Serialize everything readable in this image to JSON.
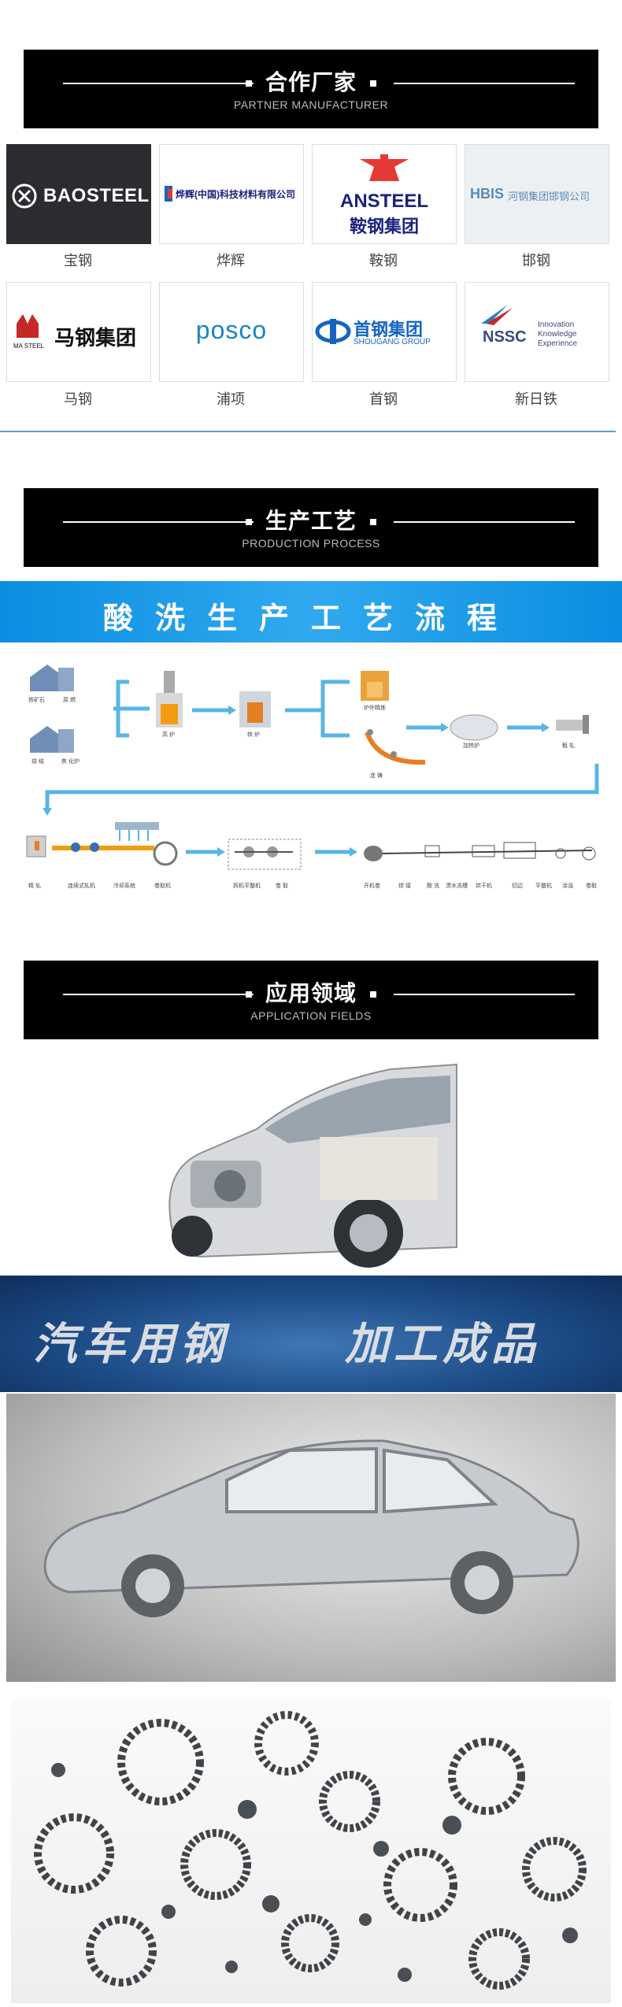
{
  "sections": {
    "partners": {
      "zh": "合作厂家",
      "en": "PARTNER MANUFACTURER"
    },
    "process": {
      "zh": "生产工艺",
      "en": "PRODUCTION PROCESS"
    },
    "application": {
      "zh": "应用领域",
      "en": "APPLICATION FIELDS"
    }
  },
  "partners": [
    {
      "name": "宝钢",
      "logo_text": "BAOSTEEL"
    },
    {
      "name": "烨辉",
      "logo_text": "烨辉(中国)科技材料有限公司"
    },
    {
      "name": "鞍钢",
      "logo_text": "ANSTEEL",
      "logo_sub": "鞍钢集团"
    },
    {
      "name": "邯钢",
      "logo_text": "HBIS",
      "logo_sub": "河钢集团邯钢公司"
    },
    {
      "name": "马钢",
      "logo_text": "马钢集团",
      "logo_sub": "MA STEEL"
    },
    {
      "name": "浦项",
      "logo_text": "posco"
    },
    {
      "name": "首钢",
      "logo_text": "首钢集团",
      "logo_sub": "SHOUGANG GROUP"
    },
    {
      "name": "新日铁",
      "logo_text": "NSSC",
      "logo_sub": "Innovation Knowledge Experience"
    }
  ],
  "process_banner": "酸洗生产工艺流程",
  "process_labels": {
    "ore": "铁矿石",
    "coal": "原 燃",
    "blast": "烧 结",
    "coke": "焦 化炉",
    "furnace": "高 炉",
    "converter": "转 炉",
    "refine": "炉外精炼",
    "caster": "连 铸",
    "heat": "加热炉",
    "rough": "粗 轧",
    "finish": "精 轧",
    "continuous": "连续式轧机",
    "cooling": "冷却系统",
    "coiler": "卷取机",
    "level": "拆机平整机",
    "stack": "卷 取",
    "uncoil": "开机卷",
    "weld": "焊 接",
    "pickle": "酸 洗",
    "acid": "漂水洗槽",
    "dry": "烘干机",
    "edge": "切边",
    "flat": "平整机",
    "oil": "涂油",
    "reel": "卷取"
  },
  "steel_banner": {
    "left": "汽车用钢",
    "right": "加工成品"
  },
  "colors": {
    "accent_blue": "#0a8ee0",
    "header_black": "#000000",
    "divider": "#5c9bd1"
  }
}
